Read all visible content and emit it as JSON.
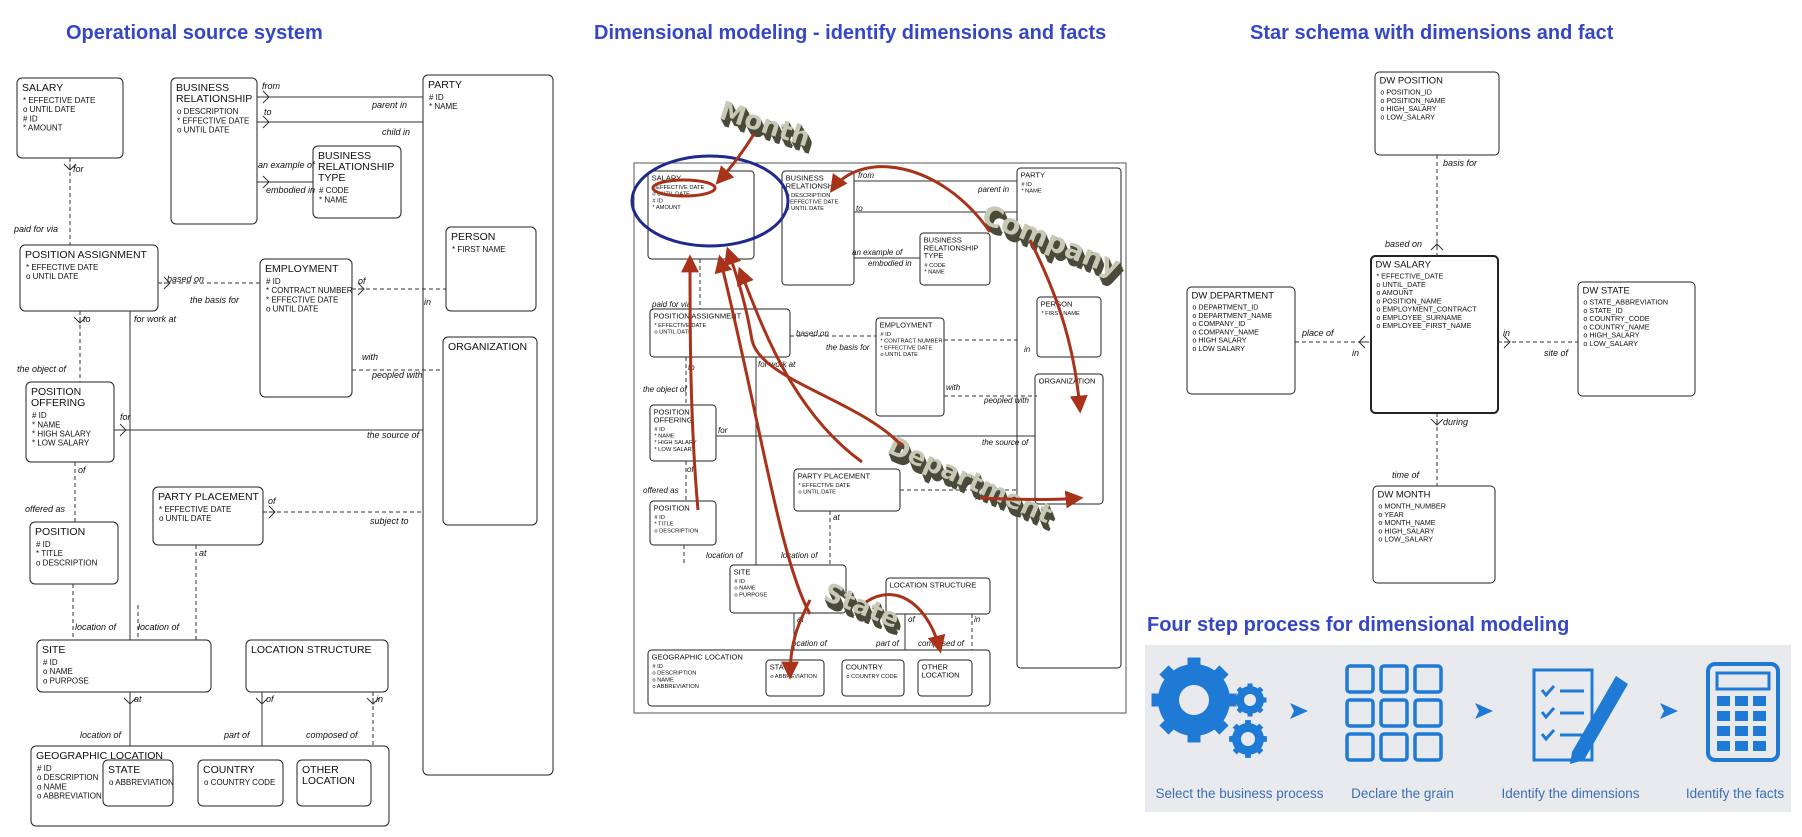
{
  "titles": {
    "source": "Operational source system",
    "modeling": "Dimensional modeling - identify dimensions and facts",
    "star": "Star schema with dimensions and fact",
    "four_step": "Four step process for dimensional modeling"
  },
  "source_diagram": {
    "entities": {
      "salary": {
        "name": "SALARY",
        "attrs": [
          "* EFFECTIVE DATE",
          "o UNTIL DATE",
          "# ID",
          "* AMOUNT"
        ]
      },
      "business_relationship": {
        "name": [
          "BUSINESS",
          "RELATIONSHIP"
        ],
        "attrs": [
          "o DESCRIPTION",
          "* EFFECTIVE DATE",
          "o UNTIL DATE"
        ]
      },
      "business_relationship_type": {
        "name": [
          "BUSINESS",
          "RELATIONSHIP",
          "TYPE"
        ],
        "attrs": [
          "# CODE",
          "* NAME"
        ]
      },
      "party": {
        "name": "PARTY",
        "attrs": [
          "# ID",
          "* NAME"
        ]
      },
      "person": {
        "name": "PERSON",
        "attrs": [
          "* FIRST NAME"
        ]
      },
      "organization": {
        "name": "ORGANIZATION",
        "attrs": []
      },
      "position_assignment": {
        "name": "POSITION ASSIGNMENT",
        "attrs": [
          "* EFFECTIVE DATE",
          "o UNTIL DATE"
        ]
      },
      "employment": {
        "name": "EMPLOYMENT",
        "attrs": [
          "# ID",
          "* CONTRACT NUMBER",
          "* EFFECTIVE DATE",
          "o UNTIL DATE"
        ]
      },
      "position_offering": {
        "name": [
          "POSITION",
          "OFFERING"
        ],
        "attrs": [
          "# ID",
          "* NAME",
          "* HIGH SALARY",
          "* LOW SALARY"
        ]
      },
      "position": {
        "name": "POSITION",
        "attrs": [
          "# ID",
          "* TITLE",
          "o DESCRIPTION"
        ]
      },
      "party_placement": {
        "name": "PARTY PLACEMENT",
        "attrs": [
          "* EFFECTIVE DATE",
          "o UNTIL DATE"
        ]
      },
      "site": {
        "name": "SITE",
        "attrs": [
          "# ID",
          "o NAME",
          "o PURPOSE"
        ]
      },
      "location_structure": {
        "name": "LOCATION STRUCTURE",
        "attrs": []
      },
      "geographic_location": {
        "name": "GEOGRAPHIC LOCATION",
        "attrs": [
          "# ID",
          "o DESCRIPTION",
          "o NAME",
          "o ABBREVIATION"
        ]
      },
      "state": {
        "name": "STATE",
        "attrs": [
          "o ABBREVIATION"
        ]
      },
      "country": {
        "name": "COUNTRY",
        "attrs": [
          "o COUNTRY CODE"
        ]
      },
      "other_location": {
        "name": [
          "OTHER",
          "LOCATION"
        ],
        "attrs": []
      }
    },
    "relations": {
      "from": "from",
      "to": "to",
      "parent_in": "parent in",
      "child_in": "child in",
      "an_example_of": "an example of",
      "embodied_in": "embodied in",
      "for": "for",
      "paid_for_via": "paid for via",
      "based_on": "based on",
      "the_basis_for": "the basis for",
      "of": "of",
      "in": "in",
      "to2": "to",
      "for_work_at": "for work at",
      "the_object_of": "the object of",
      "with": "with",
      "peopled_with": "peopled with",
      "for2": "for",
      "the_source_of": "the source of",
      "of2": "of",
      "offered_as": "offered as",
      "of3": "of",
      "subject_to": "subject to",
      "at": "at",
      "location_of": "location of",
      "location_of2": "location of",
      "at2": "at",
      "of4": "of",
      "in2": "in",
      "location_of3": "location of",
      "part_of": "part of",
      "composed_of": "composed of"
    }
  },
  "modeling_diagram": {
    "labels": [
      "Month",
      "Company",
      "Department",
      "State"
    ],
    "relations": {
      "parent_in": "parent in",
      "from": "from",
      "to": "to",
      "an_example_of": "an example of",
      "embodied_in": "embodied in",
      "paid_for_via": "paid for via",
      "based_on": "based on",
      "the_basis_for": "the basis for",
      "to2": "to",
      "in": "in",
      "for_work_at": "for work at",
      "with": "with",
      "peopled_with": "peopled with",
      "the_object_of": "the object of",
      "for": "for",
      "the_source_of": "the source of",
      "of": "of",
      "offered_as": "offered as",
      "subject_to": "ject to",
      "at": "at",
      "location_of": "location of",
      "location_of2": "location of",
      "at2": "at",
      "of2": "of",
      "in2": "in",
      "location_of3": "ocation of",
      "part_of": "part of",
      "composed_of": "composed of"
    }
  },
  "star_schema": {
    "dw_position": {
      "name": "DW POSITION",
      "attrs": [
        "o POSITION_ID",
        "o POSITION_NAME",
        "o HIGH_SALARY",
        "o LOW_SALARY"
      ]
    },
    "dw_salary": {
      "name": "DW SALARY",
      "attrs": [
        "* EFFECTIVE_DATE",
        "o UNTIL_DATE",
        "o AMOUNT",
        "o POSITION_NAME",
        "o EMPLOYMENT_CONTRACT",
        "o EMPLOYEE_SURNAME",
        "o EMPLOYEE_FIRST_NAME"
      ]
    },
    "dw_department": {
      "name": "DW DEPARTMENT",
      "attrs": [
        "o DEPARTMENT_ID",
        "o DEPARTMENT_NAME",
        "o COMPANY_ID",
        "o COMPANY_NAME",
        "o HIGH SALARY",
        "o LOW SALARY"
      ]
    },
    "dw_state": {
      "name": "DW STATE",
      "attrs": [
        "o STATE_ABBREVIATION",
        "o STATE_ID",
        "o COUNTRY_CODE",
        "o COUNTRY_NAME",
        "o HIGH_SALARY",
        "o LOW_SALARY"
      ]
    },
    "dw_month": {
      "name": "DW MONTH",
      "attrs": [
        "o MONTH_NUMBER",
        "o YEAR",
        "o MONTH_NAME",
        "o HIGH_SALARY",
        "o LOW_SALARY"
      ]
    },
    "relations": {
      "basis_for": "basis for",
      "based_on": "based on",
      "place_of": "place of",
      "in": "in",
      "in2": "in",
      "site_of": "site of",
      "during": "during",
      "time_of": "time of"
    }
  },
  "four_step": {
    "steps": [
      {
        "icon": "gears-icon",
        "label": "Select the business process"
      },
      {
        "icon": "grid-icon",
        "label": "Declare the grain"
      },
      {
        "icon": "checklist-icon",
        "label": "Identify the dimensions"
      },
      {
        "icon": "calculator-icon",
        "label": "Identify the facts"
      }
    ],
    "accent": "#1f7ad6"
  }
}
